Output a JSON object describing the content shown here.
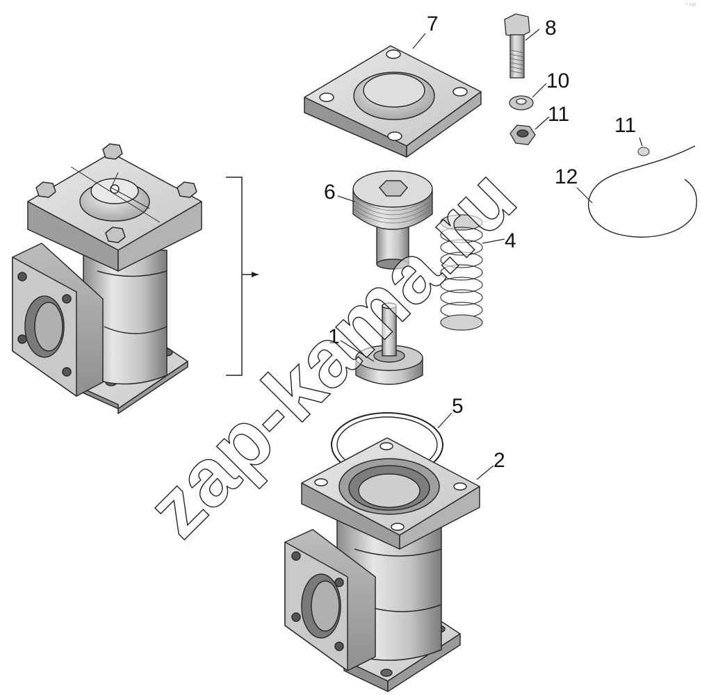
{
  "corner_mark": "↗ zap",
  "callouts": {
    "n1": "1",
    "n2": "2",
    "n4": "4",
    "n5": "5",
    "n6": "6",
    "n7": "7",
    "n8": "8",
    "n10": "10",
    "n11a": "11",
    "n11b": "11",
    "n12": "12"
  },
  "watermark": "zap-kama.ru",
  "colors": {
    "metal_light": "#d9d9d9",
    "metal_mid": "#b4b4b4",
    "metal_dark": "#7a7a7a",
    "outline": "#2a2a2a",
    "background": "#ffffff"
  }
}
